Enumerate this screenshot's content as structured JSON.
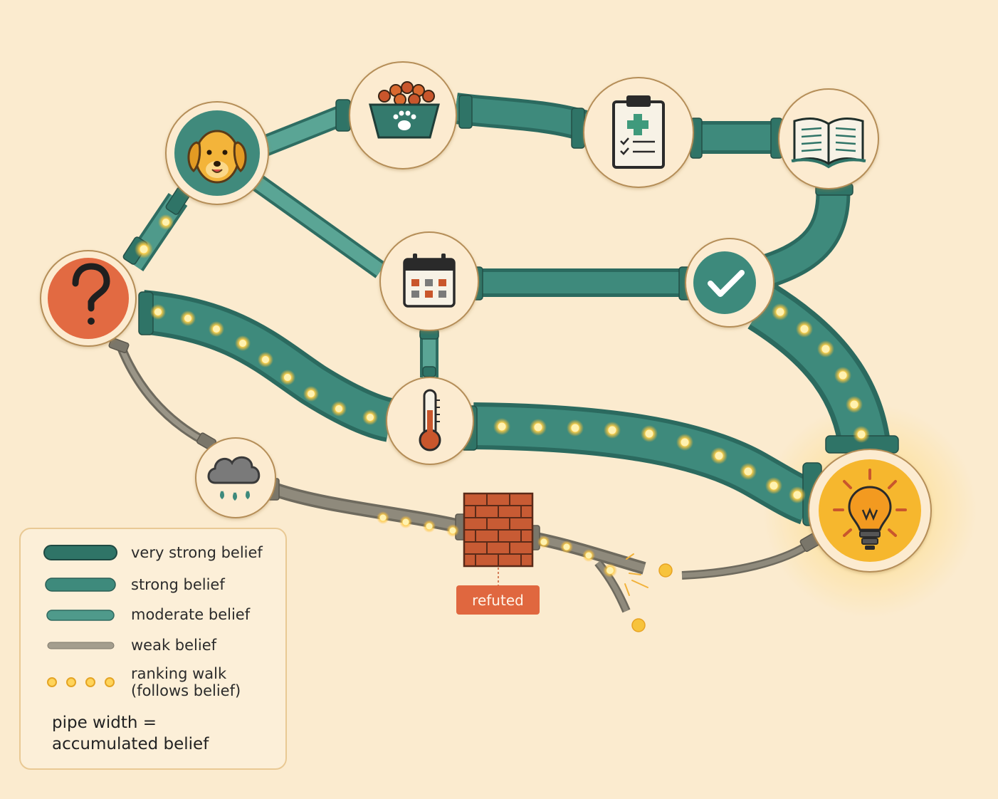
{
  "colors": {
    "background": "#fbebcf",
    "pipe_very_strong": "#2f7467",
    "pipe_strong": "#3e8a7c",
    "pipe_moderate": "#4f9a8b",
    "pipe_weak": "#8f8a7c",
    "walk_dot": "#ffd45a",
    "question_node": "#e26a42",
    "answer_node": "#f6b72f",
    "refuted": "#e0673f"
  },
  "nodes": [
    {
      "id": "question",
      "icon": "question-mark-icon"
    },
    {
      "id": "dog",
      "icon": "dog-icon"
    },
    {
      "id": "food-bowl",
      "icon": "pet-food-bowl-icon"
    },
    {
      "id": "clipboard",
      "icon": "medical-clipboard-icon"
    },
    {
      "id": "book",
      "icon": "open-book-icon"
    },
    {
      "id": "calendar",
      "icon": "calendar-icon"
    },
    {
      "id": "check",
      "icon": "checkmark-icon"
    },
    {
      "id": "thermometer",
      "icon": "thermometer-icon"
    },
    {
      "id": "rain",
      "icon": "rain-cloud-icon"
    },
    {
      "id": "answer",
      "icon": "lightbulb-icon"
    }
  ],
  "blocker": {
    "icon": "brick-wall-icon",
    "label": "refuted"
  },
  "legend": {
    "items": [
      {
        "kind": "very_strong",
        "label": "very strong belief"
      },
      {
        "kind": "strong",
        "label": "strong belief"
      },
      {
        "kind": "moderate",
        "label": "moderate belief"
      },
      {
        "kind": "weak",
        "label": "weak belief"
      }
    ],
    "walk_label": "ranking walk\n(follows belief)",
    "note": "pipe width =\naccumulated belief"
  }
}
